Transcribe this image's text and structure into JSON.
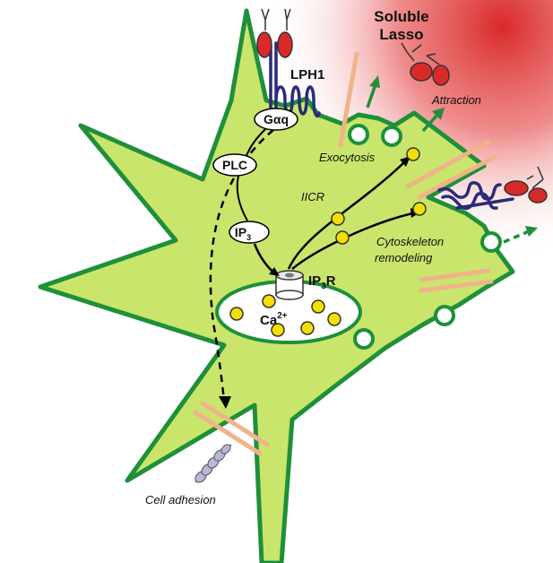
{
  "labels": {
    "soluble_lasso_line1": "Soluble",
    "soluble_lasso_line2": "Lasso",
    "lph1": "LPH1",
    "gaq": "Gαq",
    "plc": "PLC",
    "ip3_base": "IP",
    "ip3_sub": "3",
    "ip3r_ip": "IP",
    "ip3r_sub": "3",
    "ip3r_r": "R",
    "ca_base": "Ca",
    "ca_sup": "2+",
    "iicr": "IICR",
    "exocytosis": "Exocytosis",
    "attraction": "Attraction",
    "cytoskeleton_line1": "Cytoskeleton",
    "cytoskeleton_line2": "remodeling",
    "cell_adhesion": "Cell adhesion"
  },
  "colors": {
    "cell_fill": "#c9e56c",
    "cell_outline": "#1f8f3a",
    "lasso_red": "#d92a2a",
    "receptor_navy": "#2a2a7a",
    "actin_tan": "#f0b38a",
    "calcium_yellow": "#f4e000",
    "arrow_green": "#1f8f3a",
    "adhesion_lavender": "#b7b7d8"
  }
}
